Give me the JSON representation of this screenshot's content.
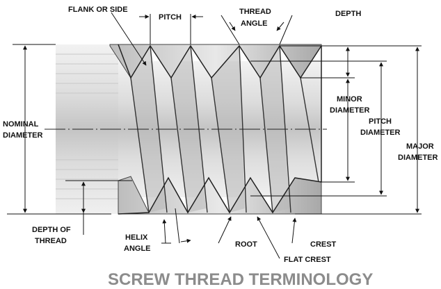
{
  "diagram": {
    "title": "SCREW THREAD TERMINOLOGY",
    "labels": {
      "flank": "FLANK OR SIDE",
      "pitch": "PITCH",
      "thread_angle_1": "THREAD",
      "thread_angle_2": "ANGLE",
      "depth": "DEPTH",
      "minor_1": "MINOR",
      "minor_2": "DIAMETER",
      "pitch_d_1": "PITCH",
      "pitch_d_2": "DIAMETER",
      "major_1": "MAJOR",
      "major_2": "DIAMETER",
      "nominal_1": "NOMINAL",
      "nominal_2": "DIAMETER",
      "depth_thread_1": "DEPTH OF",
      "depth_thread_2": "THREAD",
      "helix_1": "HELIX",
      "helix_2": "ANGLE",
      "root": "ROOT",
      "crest": "CREST",
      "flat_crest": "FLAT CREST"
    },
    "colors": {
      "line": "#111111",
      "shaft_light": "#e6e6e6",
      "shaft_mid": "#cfcfcf",
      "shaft_dark": "#9a9a9a",
      "title": "#8c8c8c"
    }
  }
}
